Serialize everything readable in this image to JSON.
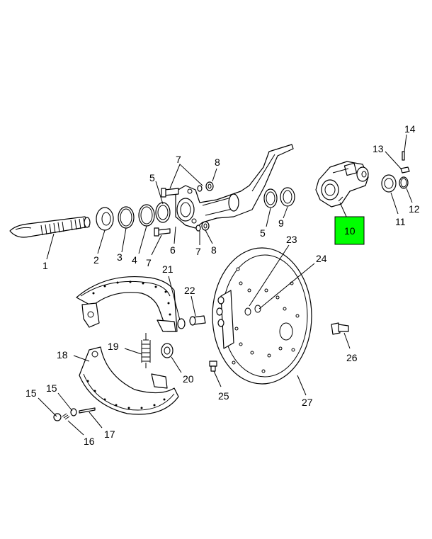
{
  "callouts": {
    "c1": "1",
    "c2": "2",
    "c3": "3",
    "c4": "4",
    "c5a": "5",
    "c5b": "5",
    "c6": "6",
    "c7a": "7",
    "c7b": "7",
    "c7c": "7",
    "c8a": "8",
    "c8b": "8",
    "c9": "9",
    "c10": "10",
    "c11": "11",
    "c12": "12",
    "c13": "13",
    "c14": "14",
    "c15a": "15",
    "c15b": "15",
    "c16": "16",
    "c17": "17",
    "c18": "18",
    "c19": "19",
    "c20": "20",
    "c21": "21",
    "c22": "22",
    "c23": "23",
    "c24": "24",
    "c25": "25",
    "c26": "26",
    "c27": "27"
  },
  "highlight": {
    "part": "10",
    "color": "#00ff00"
  }
}
